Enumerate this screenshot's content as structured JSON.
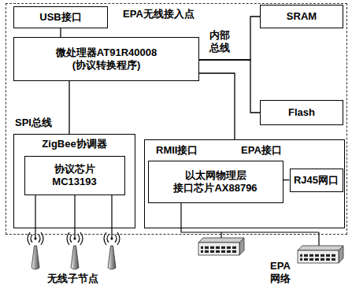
{
  "diagram": {
    "nodes": [
      {
        "text": [
          "EPA无线接入点"
        ]
      },
      {
        "text": [
          "USB接口"
        ],
        "in": 0
      },
      {
        "text": [
          "微处理器AT91R40008 (协议转换程序)"
        ],
        "in": 0
      },
      {
        "text": [
          "SRAM"
        ],
        "in": 0
      },
      {
        "text": [
          "Flash"
        ],
        "in": 0
      },
      {
        "text": [
          "ZigBee协调器"
        ],
        "in": 0
      },
      {
        "text": [
          "协议芯片 MC13193"
        ],
        "in": 5
      },
      {
        "text": [
          "RMII接口",
          "EPA接口"
        ],
        "in": 0
      },
      {
        "text": [
          "以太网物理层 接口芯片AX88796"
        ],
        "in": 7
      },
      {
        "text": [
          "RJ45网口"
        ],
        "in": 7
      }
    ],
    "edges": [
      {
        "from": 1,
        "to": 2,
        "arrow": "none"
      },
      {
        "from": 2,
        "to": 3,
        "arrow": "none",
        "label": "内部 总线"
      },
      {
        "from": 2,
        "to": 4,
        "arrow": "none"
      },
      {
        "from": 2,
        "to": 5,
        "arrow": "none",
        "label": "SPI总线"
      },
      {
        "from": 2,
        "to": 7,
        "arrow": "none"
      },
      {
        "from": 8,
        "to": 9,
        "arrow": "none"
      }
    ],
    "labels": [
      "无线子节点",
      "EPA 网络"
    ]
  }
}
